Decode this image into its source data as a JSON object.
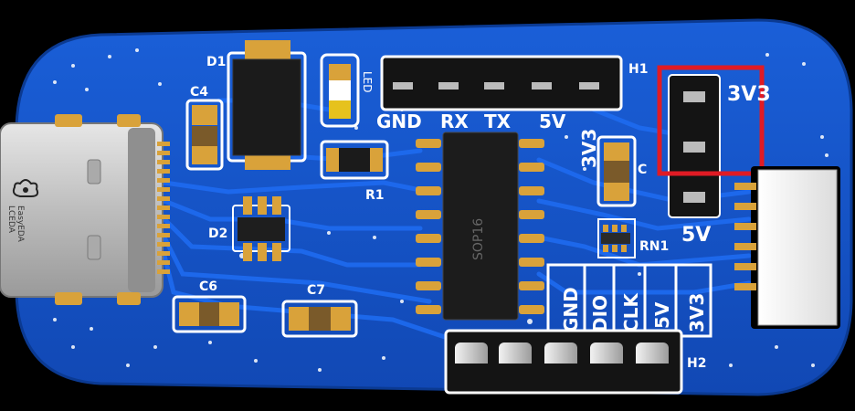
{
  "board": {
    "colors": {
      "background": "#000000",
      "pcb": "#1453c8",
      "pcb_dark": "#0e3fa0",
      "trace": "#1f66e0",
      "silkscreen": "#ffffff",
      "pad_gold": "#d9a23a",
      "highlight_box": "#e01b24"
    },
    "designators": {
      "d1": "D1",
      "d2": "D2",
      "c4": "C4",
      "c6": "C6",
      "c7": "C7",
      "r1": "R1",
      "rn1": "RN1",
      "h1": "H1",
      "h2": "H2",
      "led": "LED",
      "c_partial": "C",
      "ic": "SOP16"
    },
    "header_h1_labels": [
      "GND",
      "RX",
      "TX",
      "5V",
      "3V3"
    ],
    "jumper_labels": {
      "top": "3V3",
      "bottom": "5V"
    },
    "header_h2_labels": [
      "GND",
      "DIO",
      "CLK",
      "5V",
      "3V3"
    ],
    "usb_logo_text": "EasyEDA",
    "usb_logo_text2": "LCEDA"
  }
}
